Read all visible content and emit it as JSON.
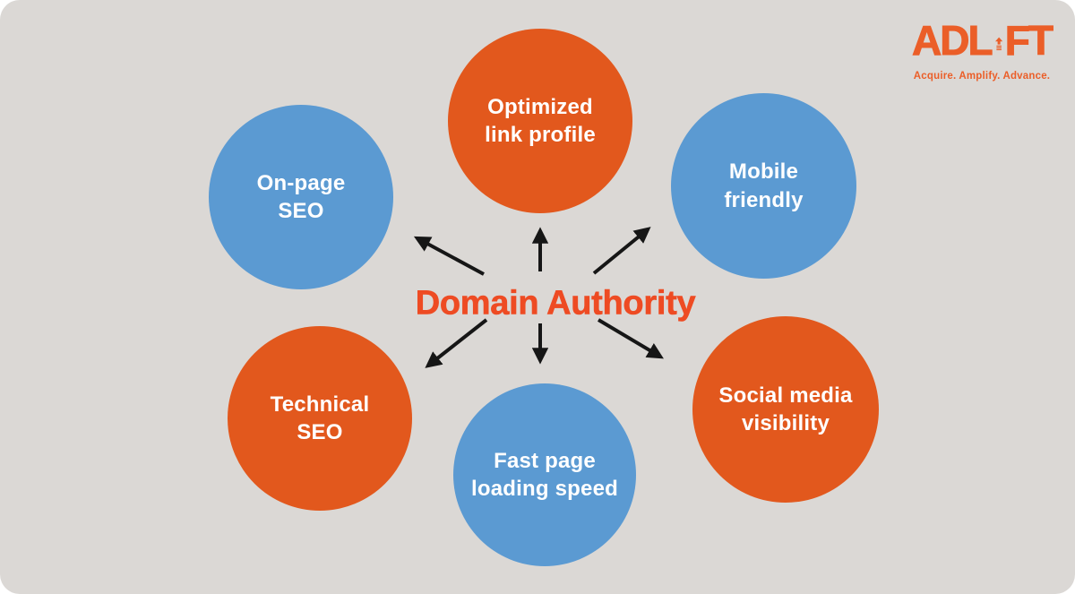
{
  "colors": {
    "background": "#DBD8D5",
    "orange": "#E2581D",
    "blue": "#5B9AD2",
    "title": "#EE4B23",
    "logo": "#EB5E28",
    "arrow": "#161616",
    "circle_text": "#FFFFFF"
  },
  "center": {
    "title": "Domain Authority"
  },
  "nodes": [
    {
      "id": "optimized-link-profile",
      "color": "orange",
      "line1": "Optimized",
      "line2": "link profile"
    },
    {
      "id": "on-page-seo",
      "color": "blue",
      "line1": "On-page",
      "line2": "SEO"
    },
    {
      "id": "mobile-friendly",
      "color": "blue",
      "line1": "Mobile",
      "line2": "friendly"
    },
    {
      "id": "technical-seo",
      "color": "orange",
      "line1": "Technical",
      "line2": "SEO"
    },
    {
      "id": "fast-page-loading-speed",
      "color": "blue",
      "line1": "Fast page",
      "line2": "loading speed"
    },
    {
      "id": "social-media-visibility",
      "color": "orange",
      "line1": "Social media",
      "line2": "visibility"
    }
  ],
  "logo": {
    "brand_prefix": "ADL",
    "brand_suffix": "FT",
    "tagline": "Acquire. Amplify. Advance."
  }
}
